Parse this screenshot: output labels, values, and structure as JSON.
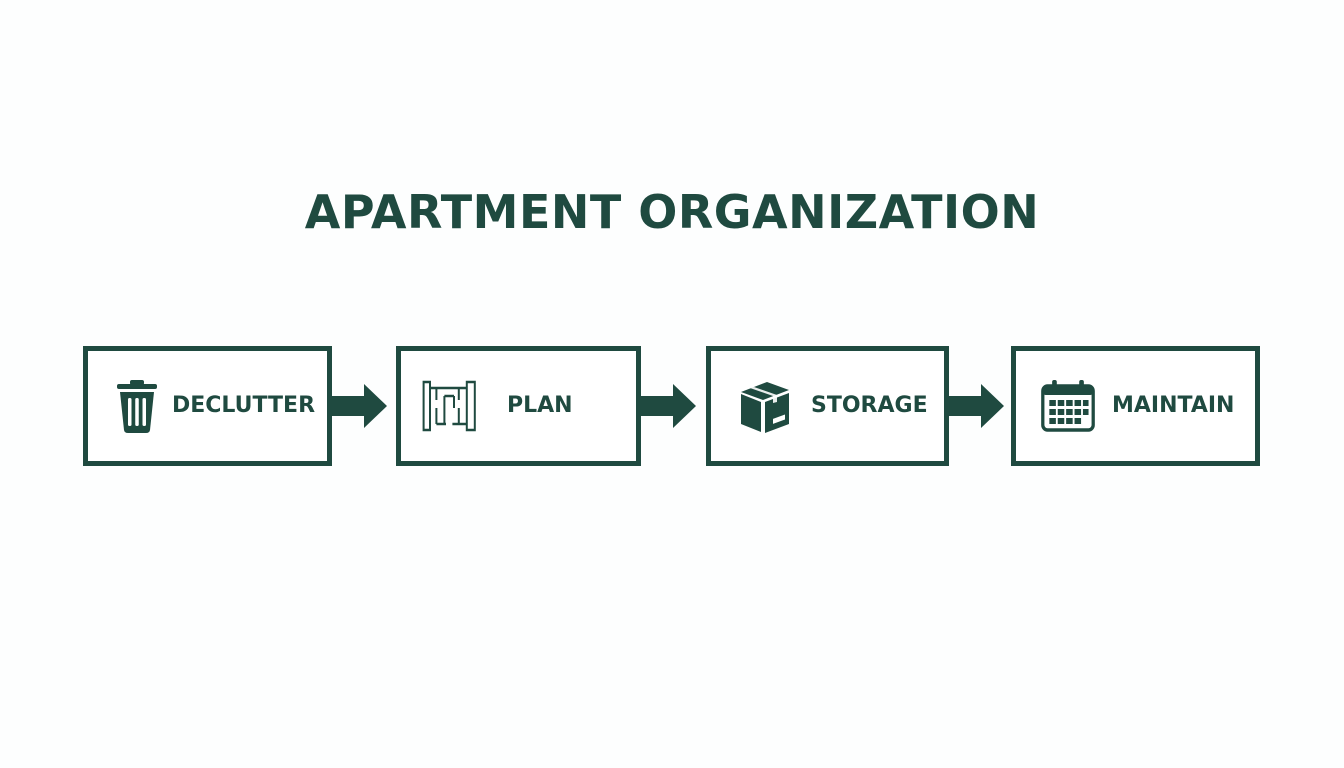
{
  "title": "APARTMENT ORGANIZATION",
  "accent_color": "#1f4a40",
  "steps": [
    {
      "label": "DECLUTTER",
      "icon": "trash-can-icon"
    },
    {
      "label": "PLAN",
      "icon": "floor-plan-icon"
    },
    {
      "label": "STORAGE",
      "icon": "box-icon"
    },
    {
      "label": "MAINTAIN",
      "icon": "calendar-icon"
    }
  ]
}
